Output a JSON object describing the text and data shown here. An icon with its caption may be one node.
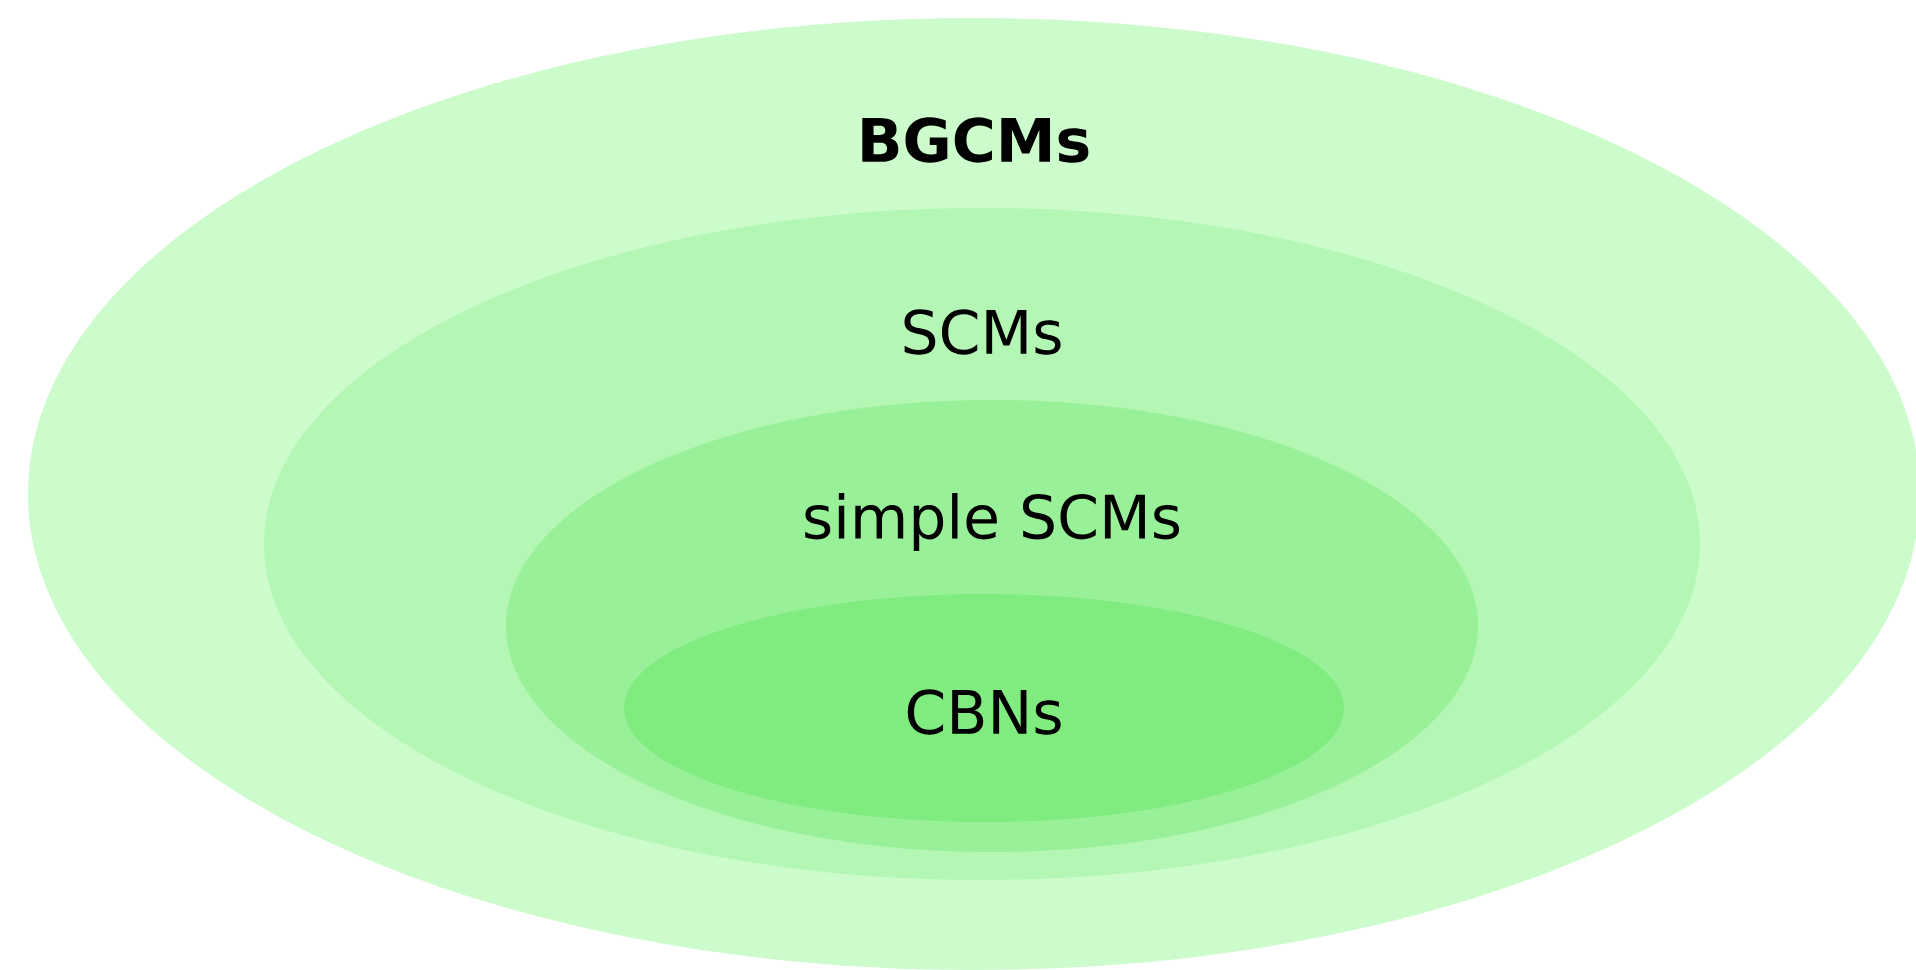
{
  "diagram": {
    "nodes": [
      {
        "text": [
          "**BGCMs**"
        ]
      },
      {
        "text": [
          "SCMs"
        ],
        "in": 0
      },
      {
        "text": [
          "simple SCMs"
        ],
        "in": 1
      },
      {
        "text": [
          "CBNs"
        ],
        "in": 2
      }
    ]
  }
}
